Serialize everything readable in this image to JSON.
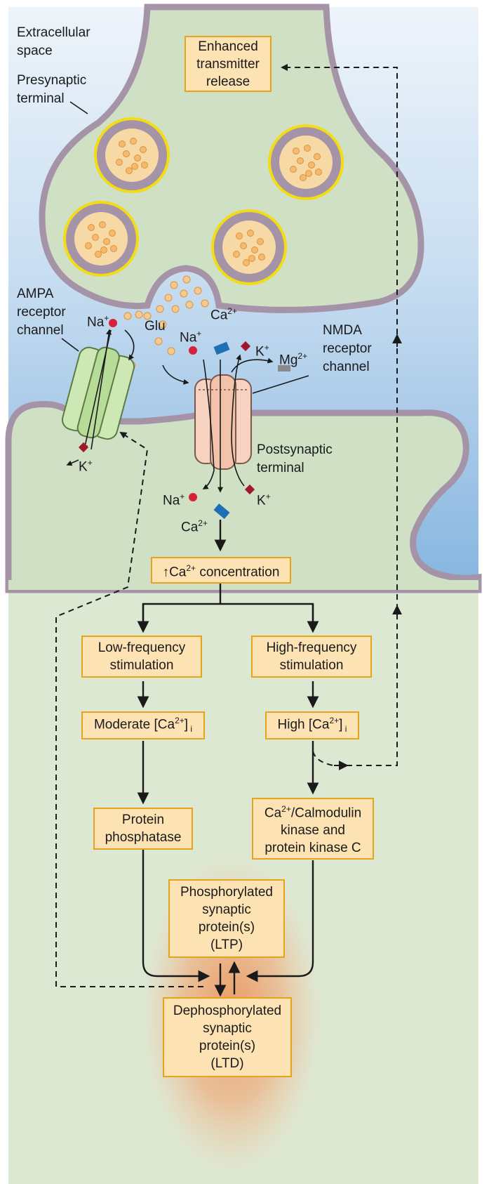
{
  "labels": {
    "extracellular": [
      "Extracellular",
      "space"
    ],
    "presynaptic": [
      "Presynaptic",
      "terminal"
    ],
    "ampa": [
      "AMPA",
      "receptor",
      "channel"
    ],
    "nmda": [
      "NMDA",
      "receptor",
      "channel"
    ],
    "postsynaptic": [
      "Postsynaptic",
      "terminal"
    ],
    "glu": "Glu",
    "na_ampa": "Na",
    "k_ampa": "K",
    "na_nmda_top": "Na",
    "ca_nmda_top": "Ca",
    "k_nmda_top": "K",
    "mg": "Mg",
    "na_bottom": "Na",
    "k_bottom": "K",
    "ca_bottom": "Ca",
    "plus": "+",
    "two_plus": "2+"
  },
  "boxes": {
    "enhanced": [
      "Enhanced",
      "transmitter",
      "release"
    ],
    "ca_conc": {
      "arrow": "↑",
      "ca": "Ca",
      "sup": "2+",
      "rest": " concentration"
    },
    "low_freq": [
      "Low-frequency",
      "stimulation"
    ],
    "high_freq": [
      "High-frequency",
      "stimulation"
    ],
    "moderate": {
      "pre": "Moderate [Ca",
      "sup": "2+",
      "post": "]",
      "sub": " i"
    },
    "high_ca": {
      "pre": "High [Ca",
      "sup": "2+",
      "post": "]",
      "sub": " i"
    },
    "phosphatase": [
      "Protein",
      "phosphatase"
    ],
    "kinase": {
      "line1_ca": "Ca",
      "line1_sup": "2+",
      "line1_rest": "/Calmodulin",
      "line2": "kinase and",
      "line3": "protein kinase C"
    },
    "ltp": [
      "Phosphorylated",
      "synaptic",
      "protein(s)",
      "(LTP)"
    ],
    "ltd": [
      "Dephosphorylated",
      "synaptic",
      "protein(s)",
      "(LTD)"
    ]
  },
  "colors": {
    "extracellular_top": "#eaf1f8",
    "extracellular_bottom": "#8fb9e2",
    "cytoplasm": "#cfe0c4",
    "lower_cytoplasm": "#dfe9d6",
    "membrane": "#a594a8",
    "vesicle_rim": "#f3dc16",
    "vesicle_fill": "#f7d9a6",
    "box_fill": "#fde3b4",
    "box_border": "#e8a31c",
    "glow": "#f2a06a",
    "na": "#d6213b",
    "k": "#a0182b",
    "ca": "#1f6fb5",
    "mg": "#8a8a8a",
    "ampa": "#cde8b4",
    "nmda": "#f7d2c1"
  }
}
